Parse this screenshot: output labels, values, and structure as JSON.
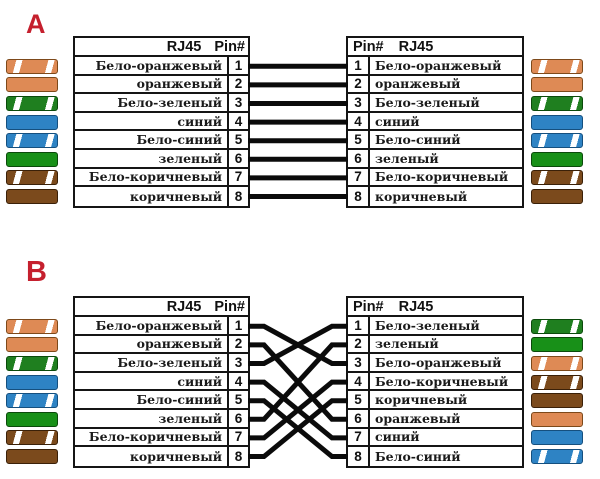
{
  "palette": {
    "background": "#ffffff",
    "wire": "#0b0b0b",
    "section_label_red": "#c5202e",
    "table_border": "#151515",
    "text": "#1a1a1a"
  },
  "swatch_types": {
    "white-orange": {
      "fill": "#de8a55",
      "border": "#7d491a",
      "striped": true
    },
    "orange": {
      "fill": "#de8a55",
      "border": "#7d491a",
      "striped": false
    },
    "white-green": {
      "fill": "#1f7f1f",
      "border": "#0b4a0b",
      "striped": true
    },
    "green": {
      "fill": "#189018",
      "border": "#0b4a0b",
      "striped": false
    },
    "blue": {
      "fill": "#2e83c4",
      "border": "#154f7e",
      "striped": false
    },
    "white-blue": {
      "fill": "#2e83c4",
      "border": "#154f7e",
      "striped": true
    },
    "white-brown": {
      "fill": "#7b4a1c",
      "border": "#3a2008",
      "striped": true
    },
    "brown": {
      "fill": "#7b4a1c",
      "border": "#3a2008",
      "striped": false
    }
  },
  "sections": [
    {
      "label": "A",
      "left_table": {
        "header": [
          "RJ45",
          "Pin#"
        ],
        "rows": [
          {
            "label": "Бело-оранжевый",
            "pin": "1",
            "color": "white-orange"
          },
          {
            "label": "оранжевый",
            "pin": "2",
            "color": "orange"
          },
          {
            "label": "Бело-зеленый",
            "pin": "3",
            "color": "white-green"
          },
          {
            "label": "синий",
            "pin": "4",
            "color": "blue"
          },
          {
            "label": "Бело-синий",
            "pin": "5",
            "color": "white-blue"
          },
          {
            "label": "зеленый",
            "pin": "6",
            "color": "green"
          },
          {
            "label": "Бело-коричневый",
            "pin": "7",
            "color": "white-brown"
          },
          {
            "label": "коричневый",
            "pin": "8",
            "color": "brown"
          }
        ]
      },
      "right_table": {
        "header": [
          "Pin#",
          "RJ45"
        ],
        "rows": [
          {
            "label": "Бело-оранжевый",
            "pin": "1",
            "color": "white-orange"
          },
          {
            "label": "оранжевый",
            "pin": "2",
            "color": "orange"
          },
          {
            "label": "Бело-зеленый",
            "pin": "3",
            "color": "white-green"
          },
          {
            "label": "синий",
            "pin": "4",
            "color": "blue"
          },
          {
            "label": "Бело-синий",
            "pin": "5",
            "color": "white-blue"
          },
          {
            "label": "зеленый",
            "pin": "6",
            "color": "green"
          },
          {
            "label": "Бело-коричневый",
            "pin": "7",
            "color": "white-brown"
          },
          {
            "label": "коричневый",
            "pin": "8",
            "color": "brown"
          }
        ]
      },
      "connections": [
        [
          1,
          1
        ],
        [
          2,
          2
        ],
        [
          3,
          3
        ],
        [
          4,
          4
        ],
        [
          5,
          5
        ],
        [
          6,
          6
        ],
        [
          7,
          7
        ],
        [
          8,
          8
        ]
      ]
    },
    {
      "label": "B",
      "left_table": {
        "header": [
          "RJ45",
          "Pin#"
        ],
        "rows": [
          {
            "label": "Бело-оранжевый",
            "pin": "1",
            "color": "white-orange"
          },
          {
            "label": "оранжевый",
            "pin": "2",
            "color": "orange"
          },
          {
            "label": "Бело-зеленый",
            "pin": "3",
            "color": "white-green"
          },
          {
            "label": "синий",
            "pin": "4",
            "color": "blue"
          },
          {
            "label": "Бело-синий",
            "pin": "5",
            "color": "white-blue"
          },
          {
            "label": "зеленый",
            "pin": "6",
            "color": "green"
          },
          {
            "label": "Бело-коричневый",
            "pin": "7",
            "color": "white-brown"
          },
          {
            "label": "коричневый",
            "pin": "8",
            "color": "brown"
          }
        ]
      },
      "right_table": {
        "header": [
          "Pin#",
          "RJ45"
        ],
        "rows": [
          {
            "label": "Бело-зеленый",
            "pin": "1",
            "color": "white-green"
          },
          {
            "label": "зеленый",
            "pin": "2",
            "color": "green"
          },
          {
            "label": "Бело-оранжевый",
            "pin": "3",
            "color": "white-orange"
          },
          {
            "label": "Бело-коричневый",
            "pin": "4",
            "color": "white-brown"
          },
          {
            "label": "коричневый",
            "pin": "5",
            "color": "brown"
          },
          {
            "label": "оранжевый",
            "pin": "6",
            "color": "orange"
          },
          {
            "label": "синий",
            "pin": "7",
            "color": "blue"
          },
          {
            "label": "Бело-синий",
            "pin": "8",
            "color": "white-blue"
          }
        ]
      },
      "connections": [
        [
          1,
          3
        ],
        [
          2,
          6
        ],
        [
          3,
          1
        ],
        [
          4,
          7
        ],
        [
          5,
          8
        ],
        [
          6,
          2
        ],
        [
          7,
          4
        ],
        [
          8,
          5
        ]
      ]
    }
  ]
}
